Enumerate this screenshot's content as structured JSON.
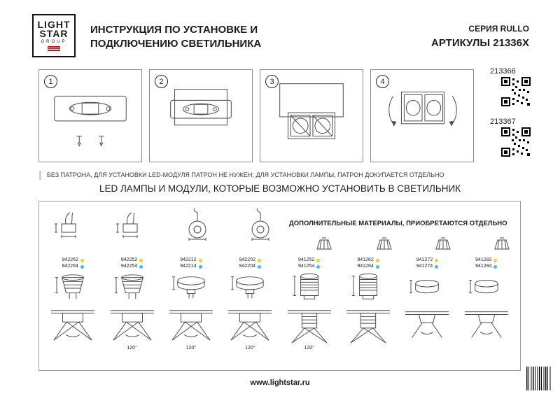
{
  "header": {
    "logo": {
      "line1": "LIGHT",
      "line2": "STAR",
      "line3": "GROUP"
    },
    "title": {
      "line1": "ИНСТРУКЦИЯ ПО УСТАНОВКЕ И",
      "line2": "ПОДКЛЮЧЕНИЮ СВЕТИЛЬНИКА"
    },
    "series": "СЕРИЯ RULLO",
    "articles": "АРТИКУЛЫ 21336X"
  },
  "steps": [
    {
      "number": "1"
    },
    {
      "number": "2"
    },
    {
      "number": "3"
    },
    {
      "number": "4"
    }
  ],
  "qr_codes": [
    {
      "label": "213366"
    },
    {
      "label": "213367"
    }
  ],
  "note": "БЕЗ ПАТРОНА, ДЛЯ УСТАНОВКИ LED-МОДУЛЯ ПАТРОН НЕ НУЖЕН; ДЛЯ УСТАНОВКИ ЛАМПЫ, ПАТРОН ДОКУПАЕТСЯ ОТДЕЛЬНО",
  "section_title": "LED ЛАМПЫ И МОДУЛИ, КОТОРЫЕ ВОЗМОЖНО УСТАНОВИТЬ В СВЕТИЛЬНИК",
  "panel": {
    "extra_materials_note": "ДОПОЛНИТЕЛЬНЫЕ МАТЕРИАЛЫ, ПРИОБРЕТАЮТСЯ ОТДЕЛЬНО",
    "products": [
      {
        "code_top": "942262",
        "code_bottom": "942264",
        "angle": ""
      },
      {
        "code_top": "942252",
        "code_bottom": "942254",
        "angle": "120°"
      },
      {
        "code_top": "942212",
        "code_bottom": "942214",
        "angle": "120°"
      },
      {
        "code_top": "942202",
        "code_bottom": "942204",
        "angle": "120°"
      },
      {
        "code_top": "941252",
        "code_bottom": "941254",
        "angle": "120°"
      },
      {
        "code_top": "941262",
        "code_bottom": "941264",
        "angle": ""
      },
      {
        "code_top": "941272",
        "code_bottom": "941274",
        "angle": ""
      },
      {
        "code_top": "941282",
        "code_bottom": "941284",
        "angle": ""
      }
    ]
  },
  "colors": {
    "dot_warm_yellow": "#f0d423",
    "dot_cool_cyan": "#35c6e3",
    "accent_red": "#e30613"
  },
  "footer": {
    "url": "www.lightstar.ru"
  }
}
